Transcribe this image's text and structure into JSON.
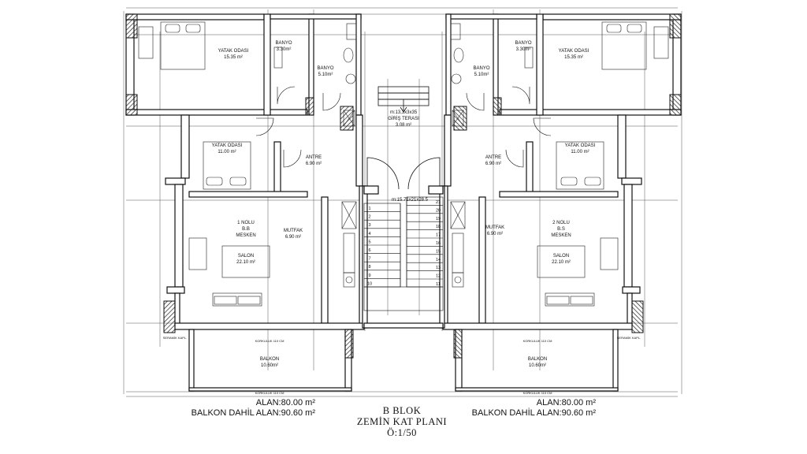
{
  "rooms_left": {
    "yatak1": {
      "name": "YATAK ODASI",
      "area": "15.35 m²"
    },
    "banyo1": {
      "name": "BANYO",
      "area": "3.30m²"
    },
    "banyo2": {
      "name": "BANYO",
      "area": "5.10m²"
    },
    "yatak2": {
      "name": "YATAK ODASI",
      "area": "11.00 m²"
    },
    "antre": {
      "name": "ANTRE",
      "area": "6.90 m²"
    },
    "mesken": {
      "line1": "1 NOLU",
      "line2": "B.B",
      "line3": "MESKEN"
    },
    "mutfak": {
      "name": "MUTFAK",
      "area": "6.90 m²"
    },
    "salon": {
      "name": "SALON",
      "area": "22.10 m²"
    },
    "balkon": {
      "name": "BALKON",
      "area": "10.60m²"
    }
  },
  "rooms_right": {
    "yatak1": {
      "name": "YATAK ODASI",
      "area": "15.35 m²"
    },
    "banyo1": {
      "name": "BANYO",
      "area": "3.30m²"
    },
    "banyo2": {
      "name": "BANYO",
      "area": "5.10m²"
    },
    "yatak2": {
      "name": "YATAK ODASI",
      "area": "11.00 m²"
    },
    "antre": {
      "name": "ANTRE",
      "area": "6.90 m²"
    },
    "mesken": {
      "line1": "2 NOLU",
      "line2": "B.S",
      "line3": "MESKEN"
    },
    "mutfak": {
      "name": "MUTFAK",
      "area": "6.90 m²"
    },
    "salon": {
      "name": "SALON",
      "area": "22.10 m²"
    },
    "balkon": {
      "name": "BALKON",
      "area": "10.60m²"
    }
  },
  "center": {
    "teras_dim": "m:13,3x3x35",
    "teras_name": "GİRİŞ TERASI",
    "teras_area": "3.08 m²",
    "stair_dim": "m:15.71x21x28.5",
    "stair_left": [
      "1",
      "2",
      "3",
      "4",
      "5",
      "6",
      "7",
      "8",
      "9",
      "10"
    ],
    "stair_right": [
      "21",
      "20",
      "19",
      "18",
      "17",
      "16",
      "15",
      "14",
      "13",
      "12",
      "11"
    ]
  },
  "labels": {
    "seramik": "SERAMİK KAPL.",
    "korkuluk": "KORKULUK 110 CM"
  },
  "summary_left": {
    "alan": "ALAN:80.00 m²",
    "balkon": "BALKON DAHİL ALAN:90.60 m²"
  },
  "summary_right": {
    "alan": "ALAN:80.00 m²",
    "balkon": "BALKON DAHİL ALAN:90.60 m²"
  },
  "title": {
    "line1": "B BLOK",
    "line2": "ZEMİN KAT PLANI",
    "line3": "Ö:1/50"
  }
}
